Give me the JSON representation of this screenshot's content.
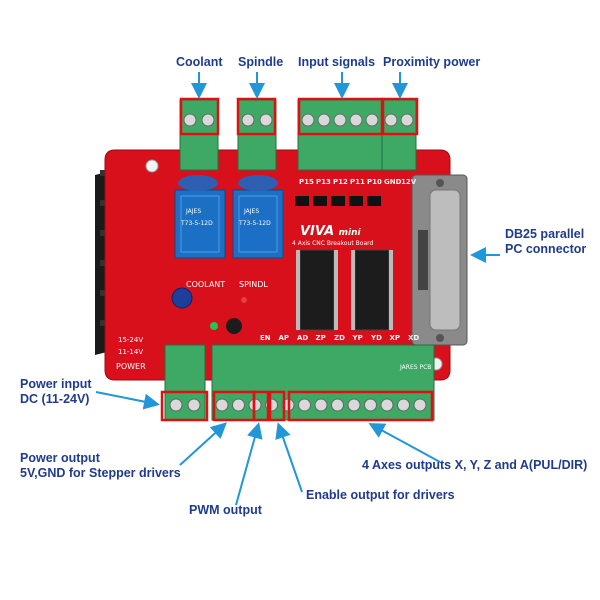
{
  "labels": {
    "coolant": "Coolant",
    "spindle": "Spindle",
    "input_signals": "Input signals",
    "proximity_power": "Proximity power",
    "db25_line1": "DB25 parallel",
    "db25_line2": "PC connector",
    "power_input_line1": "Power input",
    "power_input_line2": "DC (11-24V)",
    "power_output_line1": "Power output",
    "power_output_line2": "5V,GND for Stepper drivers",
    "axes_outputs": "4 Axes outputs X, Y, Z and A(PUL/DIR)",
    "enable_output": "Enable output for drivers",
    "pwm_output": "PWM output"
  },
  "board": {
    "brand": "VIVA",
    "brand_suffix": "mini",
    "subtitle": "4 Axis CNC Breakout Board",
    "vendor": "JARES PCB",
    "coolant_silk": "COOLANT",
    "spindle_silk": "SPINDL",
    "power_silk": "POWER",
    "voltage_silk_1": "15-24V",
    "voltage_silk_2": "11-14V",
    "relay_brand": "JAJES",
    "relay_model": "T73-5-12D",
    "top_pins": [
      "P15",
      "P13",
      "P12",
      "P11",
      "P10",
      "GND",
      "12V"
    ],
    "bottom_pins": [
      "EN",
      "AP",
      "AD",
      "ZP",
      "ZD",
      "YP",
      "YD",
      "XP",
      "XD"
    ]
  },
  "colors": {
    "pcb": "#d8101c",
    "terminal": "#3ea865",
    "callout_box": "#e01010",
    "arrow": "#2196d8",
    "label_text": "#1f3b8f",
    "relay": "#1b6fc4"
  }
}
